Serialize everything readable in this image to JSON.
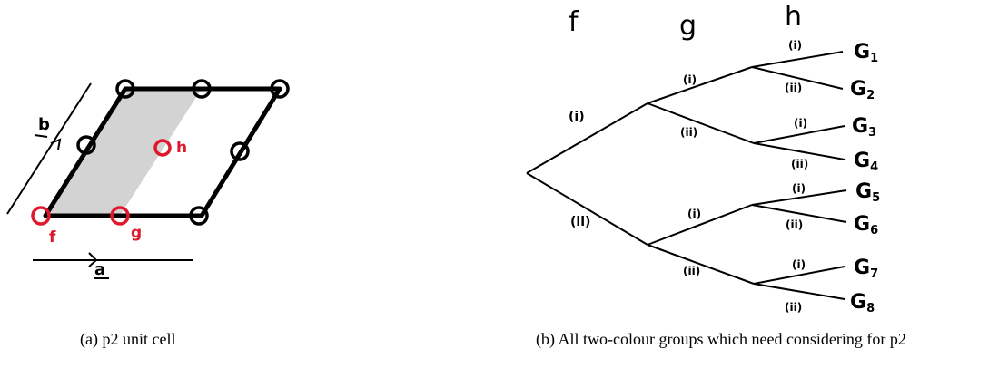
{
  "panel_a": {
    "caption": "(a) p2 unit cell",
    "vector_a": "a",
    "vector_b": "b",
    "point_f": "f",
    "point_g": "g",
    "point_h": "h",
    "highlight_color": "#e0182d",
    "shade_color": "#d3d3d3"
  },
  "panel_b": {
    "caption": "(b) All two-colour groups which need considering for p2",
    "col_f": "f",
    "col_g": "g",
    "col_h": "h",
    "branch_i": "(i)",
    "branch_ii": "(ii)",
    "groups": [
      "G",
      "G",
      "G",
      "G",
      "G",
      "G",
      "G",
      "G"
    ],
    "subscripts": [
      "1",
      "2",
      "3",
      "4",
      "5",
      "6",
      "7",
      "8"
    ]
  }
}
